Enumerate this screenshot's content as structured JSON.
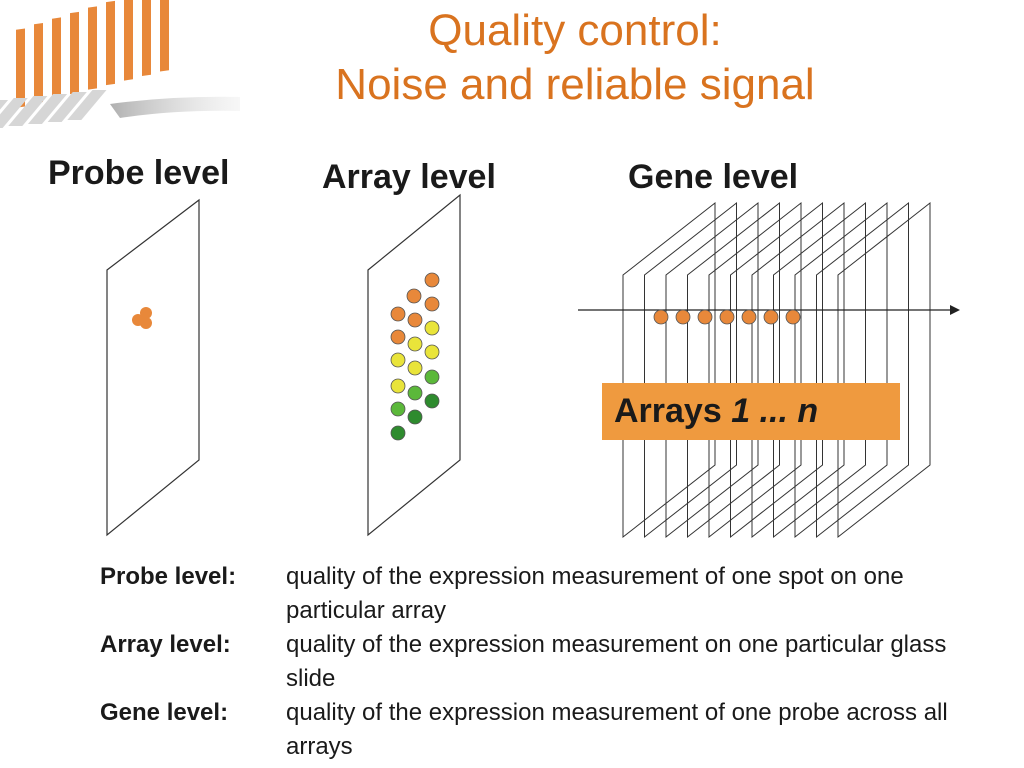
{
  "title": {
    "line1": "Quality control:",
    "line2": "Noise and reliable signal"
  },
  "columns": {
    "probe": "Probe level",
    "array": "Array level",
    "gene": "Gene level"
  },
  "arrays_label": {
    "prefix": "Arrays",
    "range": "1 ... n"
  },
  "definitions": [
    {
      "term": "Probe level:",
      "text": "quality of the expression measurement of one spot on one particular array"
    },
    {
      "term": "Array level:",
      "text": "quality of the expression measurement on one particular glass slide"
    },
    {
      "term": "Gene level:",
      "text": "quality of the expression measurement of one probe across all arrays"
    }
  ],
  "colors": {
    "accent": "#d9731f",
    "spot_orange": "#e8883a",
    "spot_yellow": "#e9e43a",
    "spot_green": "#5bb83a",
    "spot_dark_green": "#2e8b2e",
    "box_fill": "#ef9a3f"
  },
  "icons": {
    "logo": "orange-striped-logo-icon"
  }
}
